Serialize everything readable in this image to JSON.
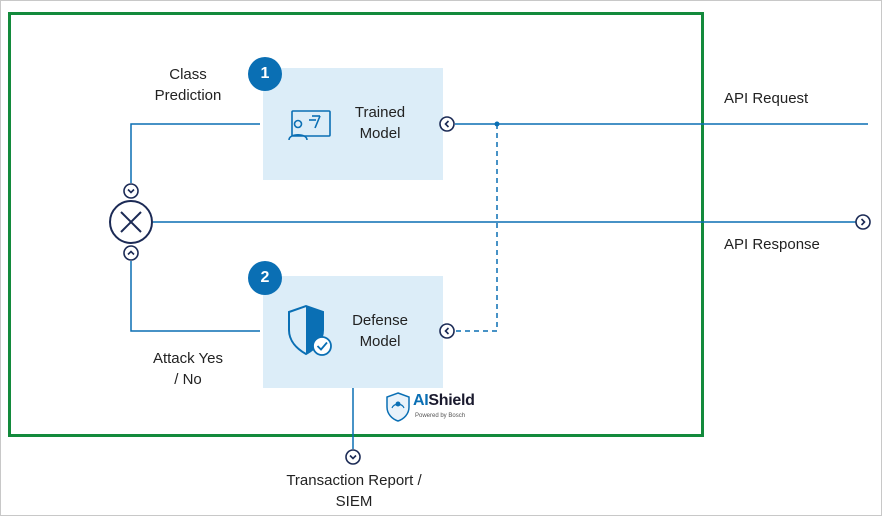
{
  "nodes": {
    "model": {
      "badge": "1",
      "label_line1": "Trained",
      "label_line2": "Model"
    },
    "defense": {
      "badge": "2",
      "label_line1": "Defense",
      "label_line2": "Model"
    }
  },
  "labels": {
    "class_prediction_line1": "Class",
    "class_prediction_line2": "Prediction",
    "attack_line1": "Attack Yes",
    "attack_line2": "/ No",
    "api_request": "API Request",
    "api_response": "API Response",
    "report_line1": "Transaction Report /",
    "report_line2": "SIEM"
  },
  "brand": {
    "name_prefix": "AI",
    "name_suffix": "Shield",
    "tagline": "Powered by Bosch"
  },
  "icons": {
    "model": "presentation-board-icon",
    "defense": "shield-check-icon",
    "combiner": "multiply-circle-icon",
    "connector": "chevron-circle-icon"
  },
  "colors": {
    "line": "#0a6fb4",
    "panel": "#dcedf8",
    "badge": "#0a6fb4",
    "border": "#138a3c",
    "text": "#222222"
  }
}
